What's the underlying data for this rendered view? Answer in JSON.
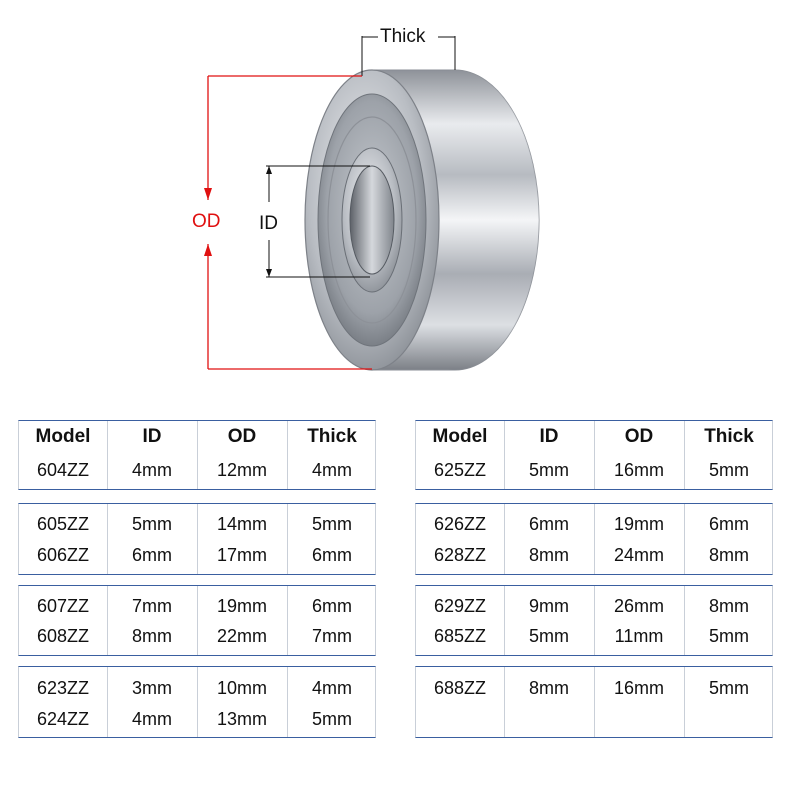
{
  "diagram": {
    "thick_label": "Thick",
    "od_label": "OD",
    "id_label": "ID",
    "od_color": "#e01010"
  },
  "table_left": {
    "headers": [
      "Model",
      "ID",
      "OD",
      "Thick"
    ],
    "groups": [
      [
        [
          "604ZZ",
          "4mm",
          "12mm",
          "4mm"
        ]
      ],
      [
        [
          "605ZZ",
          "5mm",
          "14mm",
          "5mm"
        ],
        [
          "606ZZ",
          "6mm",
          "17mm",
          "6mm"
        ]
      ],
      [
        [
          "607ZZ",
          "7mm",
          "19mm",
          "6mm"
        ],
        [
          "608ZZ",
          "8mm",
          "22mm",
          "7mm"
        ]
      ],
      [
        [
          "623ZZ",
          "3mm",
          "10mm",
          "4mm"
        ],
        [
          "624ZZ",
          "4mm",
          "13mm",
          "5mm"
        ]
      ]
    ]
  },
  "table_right": {
    "headers": [
      "Model",
      "ID",
      "OD",
      "Thick"
    ],
    "groups": [
      [
        [
          "625ZZ",
          "5mm",
          "16mm",
          "5mm"
        ]
      ],
      [
        [
          "626ZZ",
          "6mm",
          "19mm",
          "6mm"
        ],
        [
          "628ZZ",
          "8mm",
          "24mm",
          "8mm"
        ]
      ],
      [
        [
          "629ZZ",
          "9mm",
          "26mm",
          "8mm"
        ],
        [
          "685ZZ",
          "5mm",
          "11mm",
          "5mm"
        ]
      ],
      [
        [
          "688ZZ",
          "8mm",
          "16mm",
          "5mm"
        ],
        [
          "",
          "",
          "",
          ""
        ]
      ]
    ]
  }
}
